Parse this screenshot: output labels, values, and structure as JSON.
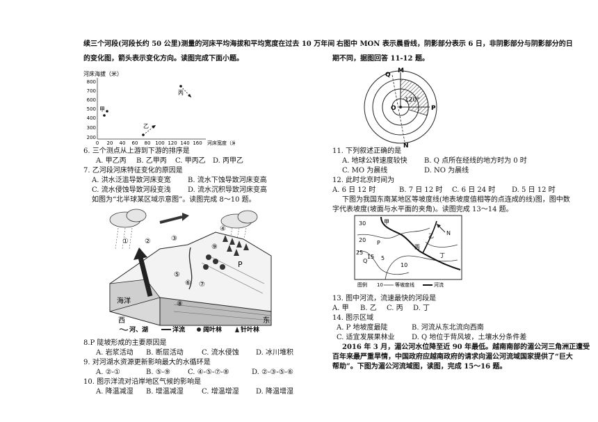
{
  "left": {
    "intro1": "续三个河段(河段长约 50 公里)测量的河床平均海拔和平均宽度在过去 10 万年间",
    "intro2": "的变化图，箭头表示变化方向。读图完成下面小题。",
    "q6": "6. 三个测点从上游到下游的排序是",
    "q6_opts": [
      "A. 甲乙丙",
      "B. 乙甲丙",
      "C. 甲丙乙",
      "D. 丙甲乙"
    ],
    "q7": "7. 乙河段河床特征变化的原因是",
    "q7_opts": [
      "A. 洪水泛滥导致河床变宽",
      "B. 流水下蚀导致河床变高",
      "C. 流水侵蚀导致河段变浅",
      "D. 流水沉积导致河床变高"
    ],
    "intro8": "如图为“北半球某区域示意图”。读图完成 8～10 题。",
    "q8": "8.P 陡坡形成的主要原因是",
    "q8_opts": [
      "A. 岩浆活动",
      "B. 断层活动",
      "C. 流水侵蚀",
      "D. 冰川堆积"
    ],
    "q9": "9. 对河湖水资源更新影响最大的水循环是",
    "q9_opts": [
      "A. ②-①",
      "B. ⑤-⑨",
      "C. ④-⑤-⑦-⑧",
      "D. ②-③-⑤-⑥"
    ],
    "q10": "10. 图示洋流对沿岸地区气候的影响是",
    "q10_opts": [
      "A. 降温减湿",
      "B. 增温减湿",
      "C. 增温增湿",
      "D. 降温增湿"
    ]
  },
  "right": {
    "intro11a": "右图中 MON 表示晨昏线，阴影部分表示 6 日，非阴影部分与阴影部分的日",
    "intro11b": "期不同，据图回答 11-12 题。",
    "q11": "11. 下列叙述正确的是",
    "q11_opts": [
      "A. 地球公转速度较快",
      "B. Q 点所在经线的地方时为 0 时",
      "C. MO 为晨线",
      "D. NO 为晨线"
    ],
    "q12": "12. 此时北京时间为",
    "q12_opts": [
      "A. 6 日 12 时",
      "B. 7 日 12 时",
      "C. 6 日 24 时",
      "D. 5 日 12 时"
    ],
    "intro13a": "下图为我国东南某地区等坡度线(地表坡度值相等的点连成的线)图，图中数",
    "intro13b": "字代表坡度(坡面与水平面的夹角)。读图完成 13～14 题。",
    "q13": "13. 图中河流，流速最快的河段是",
    "q13_opts": [
      "A. 甲",
      "B. 乙",
      "C. 丙",
      "D. 丁"
    ],
    "q14": "14. 图示区域",
    "q14_opts": [
      "A. P 地坡度最陡",
      "B. 河流从东北流向西南",
      "C. 适宜发展果林业",
      "D. Q 地位于背风坡，土壤水分条件差"
    ],
    "para15a": "2016 年 3 月，湄公河水位降至近 90 年最低。越南南部的湄公河三角洲正遭受",
    "para15b": "百年来最严重旱情，中国政府应越南政府的请求向湄公河流域国家提供了“巨大",
    "para15c": "帮助”。下图为湄公河流域图，读图，完成 15～16 题。"
  },
  "fig_scatter": {
    "ylabel": "河床海拔（米）",
    "xlabel": "河床宽度（米）",
    "yticks": [
      "800",
      "700",
      "600",
      "500",
      "400",
      "300",
      "200"
    ],
    "xticks": [
      "0",
      "20",
      "40",
      "60",
      "80",
      "100",
      "120",
      "140",
      "160"
    ],
    "labels": {
      "jia": "甲",
      "yi": "乙",
      "bing": "丙"
    }
  },
  "fig_block": {
    "ocean": "海洋",
    "p": "P",
    "west": "西",
    "east": "东",
    "circles": [
      "①",
      "②",
      "③",
      "④",
      "⑤",
      "⑥",
      "⑦",
      "⑧",
      "⑨"
    ],
    "legend": [
      "河、湖",
      "洋流",
      "阔叶林",
      "针叶林"
    ]
  },
  "fig_globe": {
    "M": "M",
    "N": "N",
    "O": "O",
    "P": "P",
    "Q": "Q",
    "angle": "120°"
  },
  "fig_slope": {
    "jia": "甲",
    "yi": "乙",
    "bing": "丙",
    "ding": "丁",
    "P": "P",
    "Q": "Q",
    "N": "N",
    "nums": [
      "30",
      "20",
      "25",
      "15",
      "10",
      "5"
    ],
    "legend_title": "图例",
    "legend_contour": "等坡度线",
    "legend_river": "河流",
    "legend_num": "10"
  }
}
